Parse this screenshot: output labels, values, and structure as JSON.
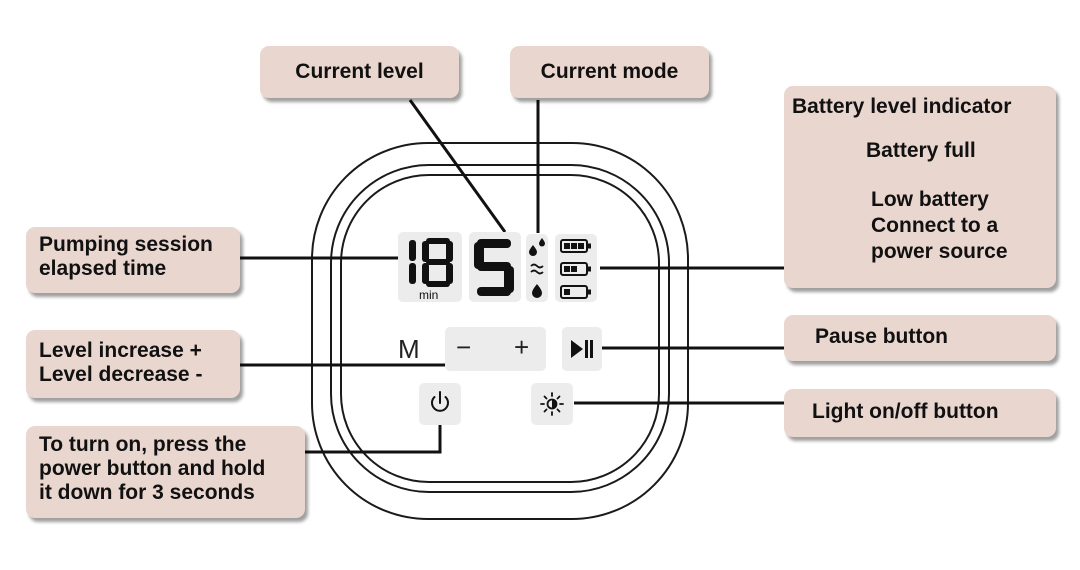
{
  "callouts": {
    "current_level": "Current level",
    "current_mode": "Current mode",
    "elapsed_time": [
      "Pumping session",
      "elapsed time"
    ],
    "level_buttons": [
      "Level increase +",
      "Level decrease -"
    ],
    "power": [
      "To turn on, press the",
      "power button and hold",
      "it down for 3 seconds"
    ],
    "pause": "Pause button",
    "light": "Light on/off button",
    "battery": {
      "title": "Battery level indicator",
      "full": "Battery full",
      "low": [
        "Low battery",
        "Connect to a",
        "power source"
      ]
    }
  },
  "display": {
    "timer_digits": "18",
    "timer_unit": "min",
    "level_digit": "5"
  },
  "controls": {
    "mode": "M",
    "minus": "−",
    "plus": "+"
  },
  "icons": [
    "battery-full-icon",
    "battery-low-icon",
    "drops-icon",
    "wave-icon",
    "drop-icon",
    "play-pause-icon",
    "power-icon",
    "sun-icon"
  ],
  "colors": {
    "callout_fill": "#e9d6cf",
    "tile_fill": "#ececec",
    "ink": "#111111"
  }
}
